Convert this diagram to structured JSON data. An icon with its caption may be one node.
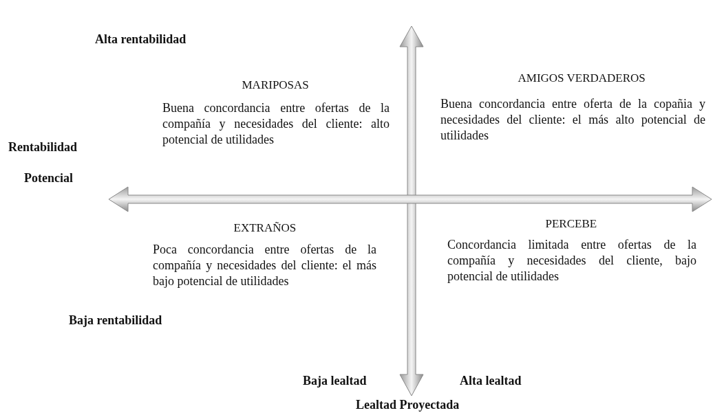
{
  "diagram": {
    "labels": [
      "Alta rentabilidad",
      "MARIPOSAS",
      "AMIGOS VERDADEROS",
      "Buena concordancia entre ofertas de la compañía y necesidades del cliente: alto potencial de utilidades",
      "Buena concordancia entre oferta de la copañia y necesidades del cliente: el más alto potencial de utilidades",
      "Rentabilidad",
      "Potencial",
      "EXTRAÑOS",
      "PERCEBE",
      "Poca concordancia entre ofertas de la compañía y necesidades del cliente: el más bajo potencial de utilidades",
      "Concordancia limitada entre ofertas de la compañía y necesidades del cliente, bajo potencial de utilidades",
      "Baja rentabilidad",
      "Baja lealtad",
      "Alta lealtad",
      "Lealtad Proyectada"
    ]
  }
}
